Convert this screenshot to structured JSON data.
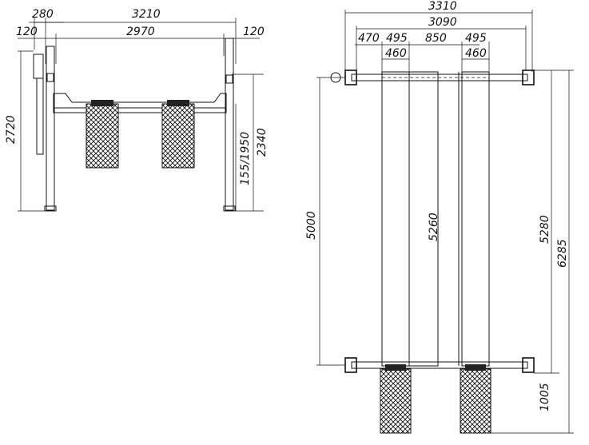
{
  "front_view": {
    "dimensions": {
      "top_width": "3210",
      "left_column": "280",
      "inner_width": "2970",
      "left_offset": "120",
      "right_offset": "120",
      "column_height": "2720",
      "lift_height": "155/1950",
      "total_height": "2340"
    }
  },
  "top_view": {
    "dimensions": {
      "overall_width": "3310",
      "rail_span": "3090",
      "left_margin": "470",
      "runway_left": "495",
      "gap": "850",
      "runway_right": "495",
      "tire_left": "460",
      "tire_right": "460",
      "column_spacing": "5000",
      "runway_length": "5260",
      "rail_length": "5280",
      "overall_length": "6285",
      "ramp_length": "1005"
    }
  }
}
